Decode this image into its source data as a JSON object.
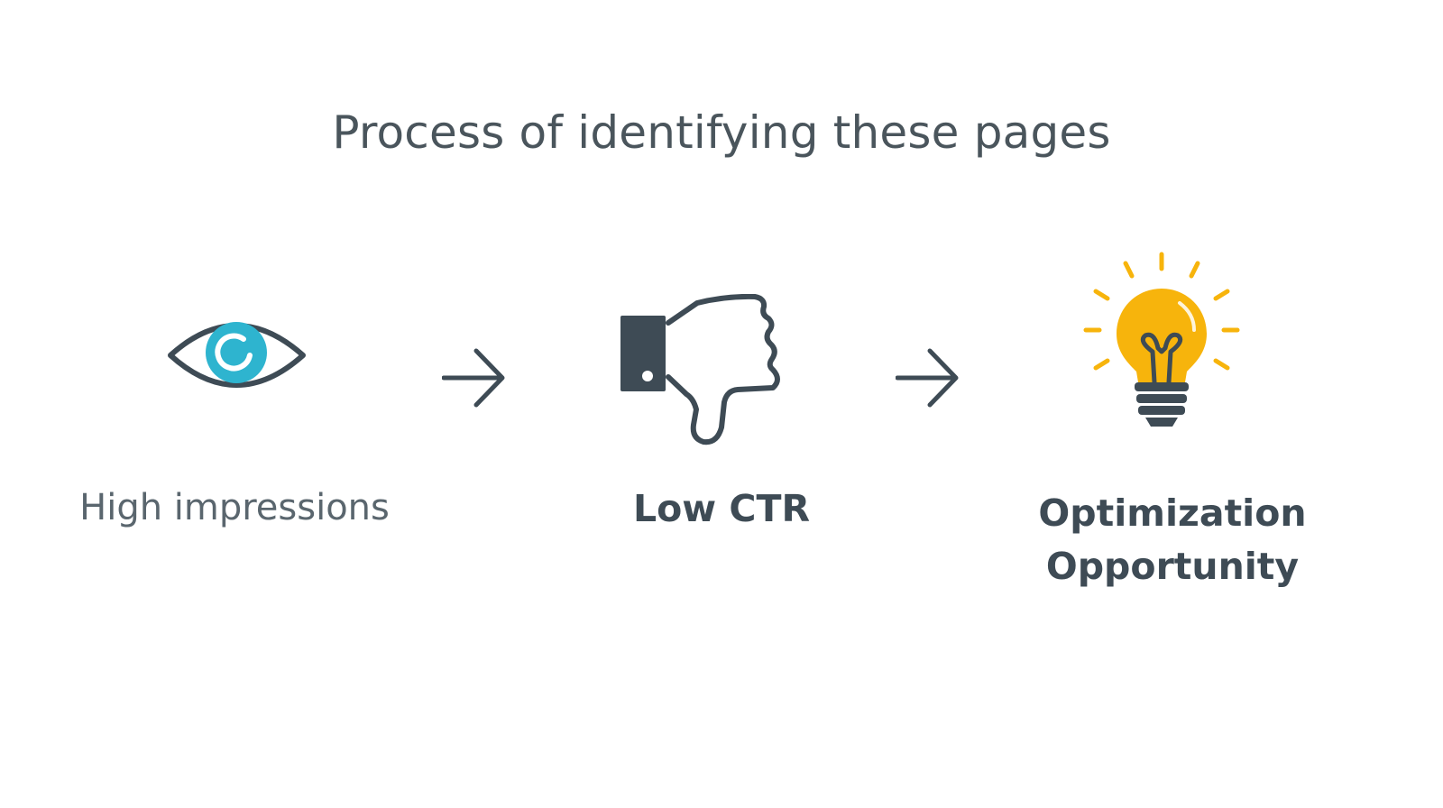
{
  "title": "Process of identifying these pages",
  "steps": [
    {
      "label": "High impressions",
      "icon": "eye-icon"
    },
    {
      "label": "Low CTR",
      "icon": "thumbs-down-icon"
    },
    {
      "label_lines": [
        "Optimization",
        "Opportunity"
      ],
      "icon": "lightbulb-icon"
    }
  ],
  "connectors": [
    "arrow-right-icon",
    "arrow-right-icon"
  ],
  "colors": {
    "dark": "#3e4b55",
    "eye_accent": "#2eb4cf",
    "bulb_accent": "#f7b40c"
  }
}
